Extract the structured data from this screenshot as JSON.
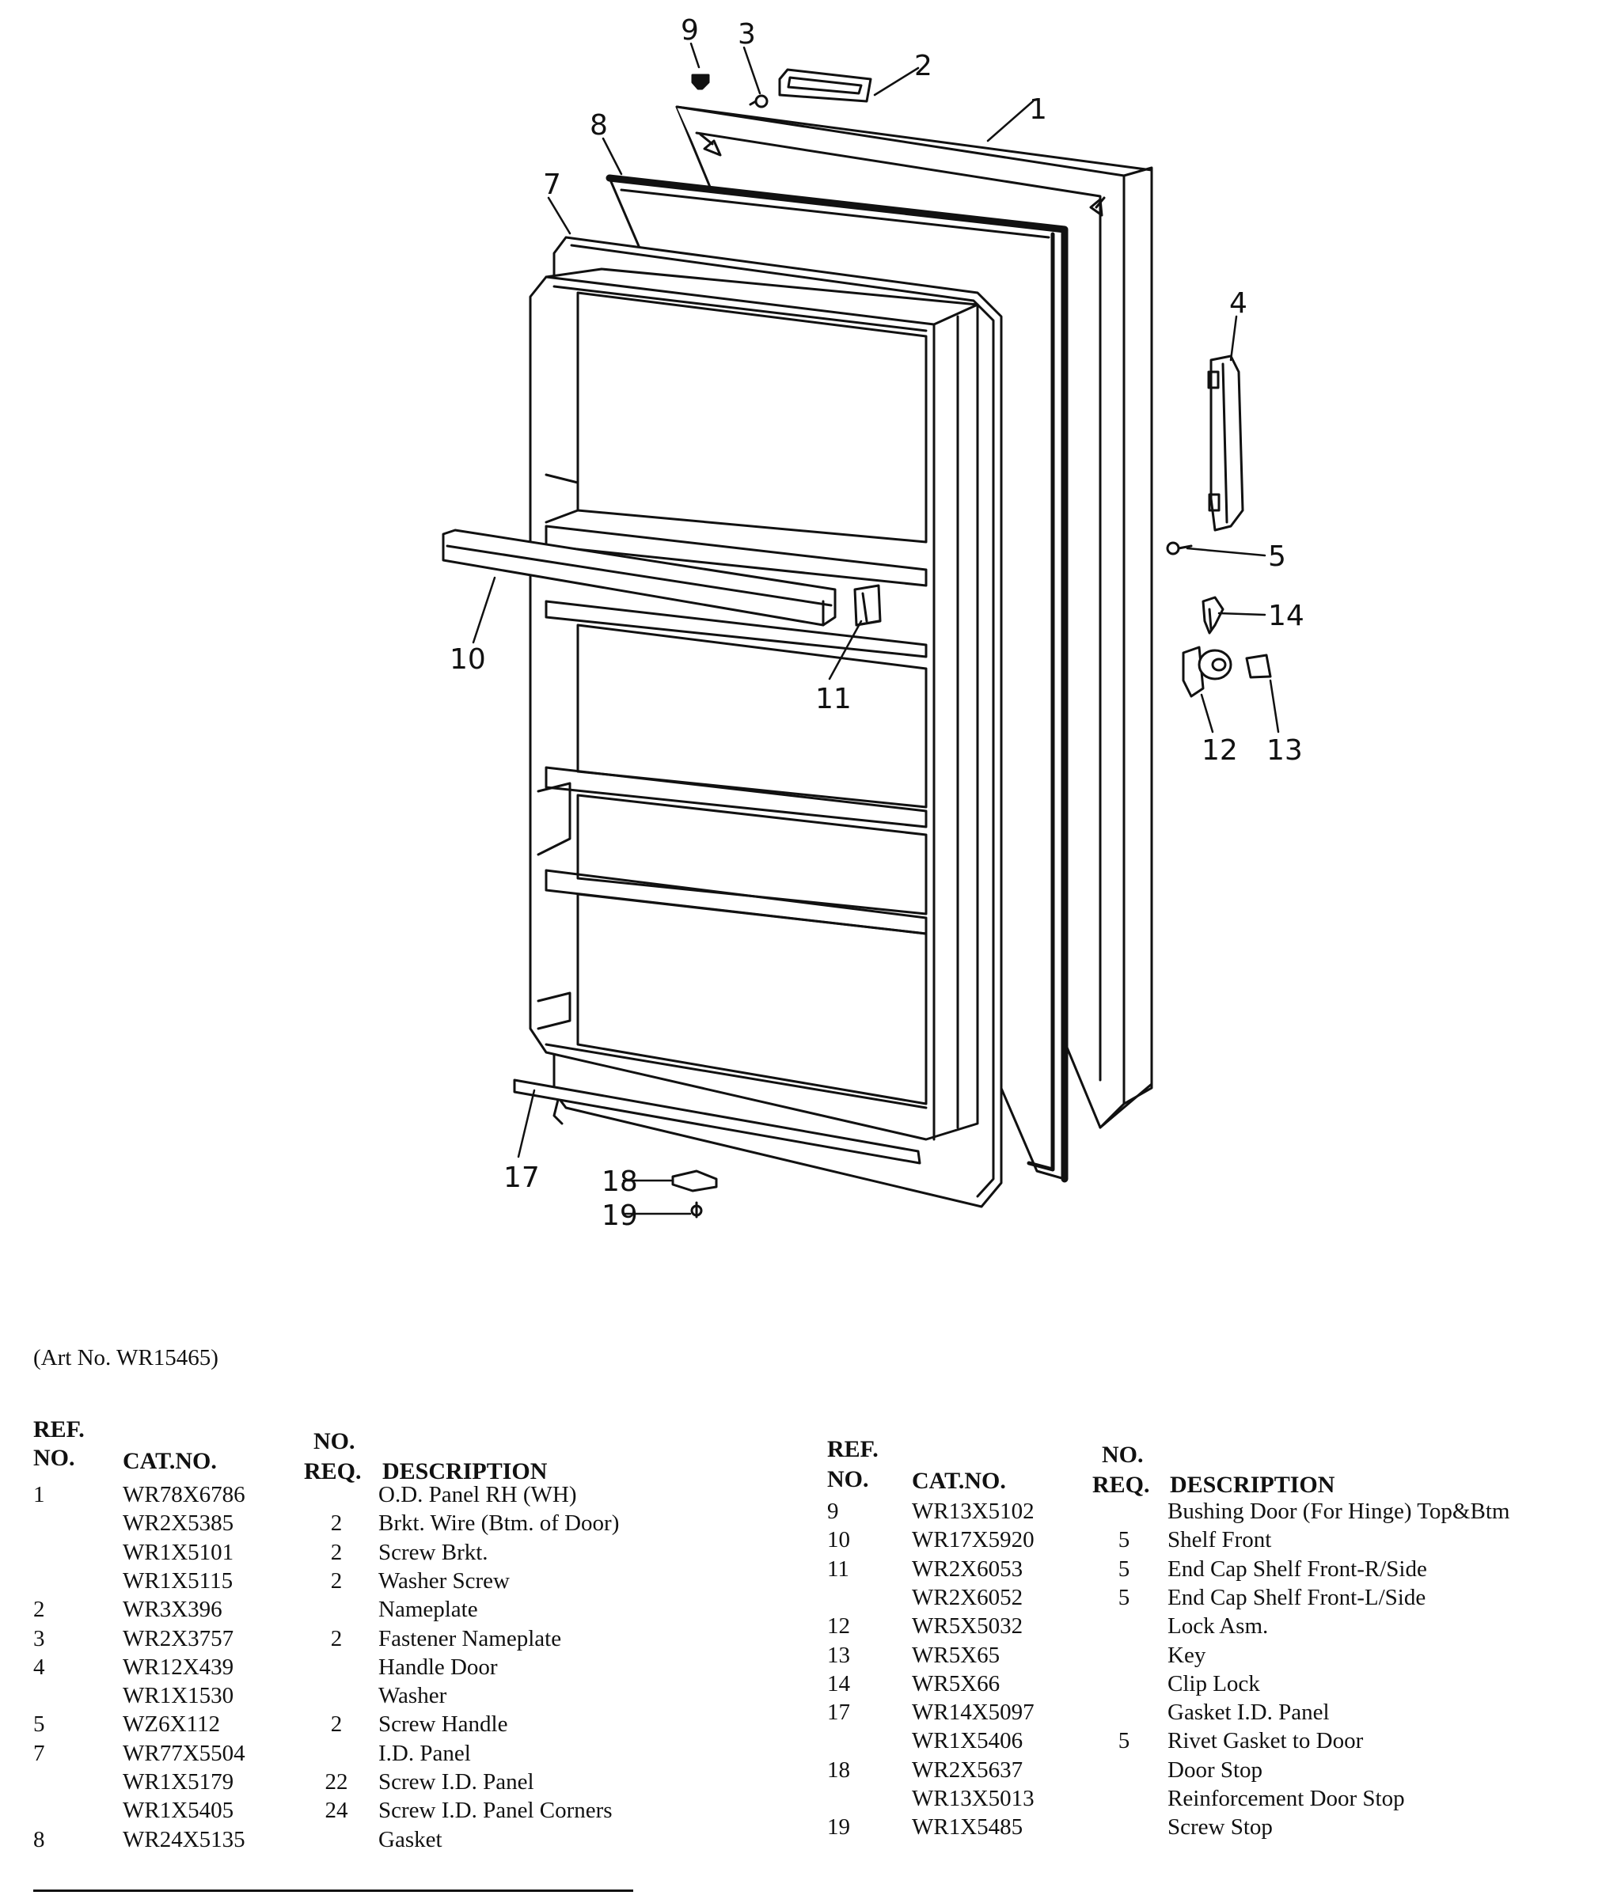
{
  "callouts": [
    "1",
    "2",
    "3",
    "4",
    "5",
    "7",
    "8",
    "9",
    "10",
    "11",
    "12",
    "13",
    "14",
    "17",
    "18",
    "19"
  ],
  "art_no": "(Art No. WR15465)",
  "headers": {
    "ref_line1": "REF.",
    "ref_line2": "NO.",
    "cat": "CAT.NO.",
    "req_line1": "NO.",
    "req_line2": "REQ.",
    "desc": "DESCRIPTION"
  },
  "left_rows": [
    {
      "ref": "1",
      "cat": "WR78X6786",
      "req": "",
      "desc": "O.D. Panel RH (WH)"
    },
    {
      "ref": "",
      "cat": "WR2X5385",
      "req": "2",
      "desc": "Brkt. Wire (Btm. of Door)"
    },
    {
      "ref": "",
      "cat": "WR1X5101",
      "req": "2",
      "desc": "Screw Brkt."
    },
    {
      "ref": "",
      "cat": "WR1X5115",
      "req": "2",
      "desc": "Washer Screw"
    },
    {
      "ref": "2",
      "cat": "WR3X396",
      "req": "",
      "desc": "Nameplate"
    },
    {
      "ref": "3",
      "cat": "WR2X3757",
      "req": "2",
      "desc": "Fastener Nameplate"
    },
    {
      "ref": "4",
      "cat": "WR12X439",
      "req": "",
      "desc": "Handle Door"
    },
    {
      "ref": "",
      "cat": "WR1X1530",
      "req": "",
      "desc": "Washer"
    },
    {
      "ref": "5",
      "cat": "WZ6X112",
      "req": "2",
      "desc": "Screw Handle"
    },
    {
      "ref": "7",
      "cat": "WR77X5504",
      "req": "",
      "desc": "I.D. Panel"
    },
    {
      "ref": "",
      "cat": "WR1X5179",
      "req": "22",
      "desc": "Screw I.D. Panel"
    },
    {
      "ref": "",
      "cat": "WR1X5405",
      "req": "24",
      "desc": "Screw I.D. Panel Corners"
    },
    {
      "ref": "8",
      "cat": "WR24X5135",
      "req": "",
      "desc": "Gasket"
    }
  ],
  "right_rows": [
    {
      "ref": "9",
      "cat": "WR13X5102",
      "req": "",
      "desc": "Bushing Door (For Hinge) Top&Btm"
    },
    {
      "ref": "10",
      "cat": "WR17X5920",
      "req": "5",
      "desc": "Shelf Front"
    },
    {
      "ref": "11",
      "cat": "WR2X6053",
      "req": "5",
      "desc": "End Cap Shelf Front-R/Side"
    },
    {
      "ref": "",
      "cat": "WR2X6052",
      "req": "5",
      "desc": "End Cap Shelf Front-L/Side"
    },
    {
      "ref": "12",
      "cat": "WR5X5032",
      "req": "",
      "desc": "Lock Asm."
    },
    {
      "ref": "13",
      "cat": "WR5X65",
      "req": "",
      "desc": "Key"
    },
    {
      "ref": "14",
      "cat": "WR5X66",
      "req": "",
      "desc": "Clip Lock"
    },
    {
      "ref": "17",
      "cat": "WR14X5097",
      "req": "",
      "desc": "Gasket I.D. Panel"
    },
    {
      "ref": "",
      "cat": "WR1X5406",
      "req": "5",
      "desc": "Rivet Gasket to Door"
    },
    {
      "ref": "18",
      "cat": "WR2X5637",
      "req": "",
      "desc": "Door Stop"
    },
    {
      "ref": "",
      "cat": "WR13X5013",
      "req": "",
      "desc": "Reinforcement Door Stop"
    },
    {
      "ref": "19",
      "cat": "WR1X5485",
      "req": "",
      "desc": "Screw Stop"
    }
  ]
}
